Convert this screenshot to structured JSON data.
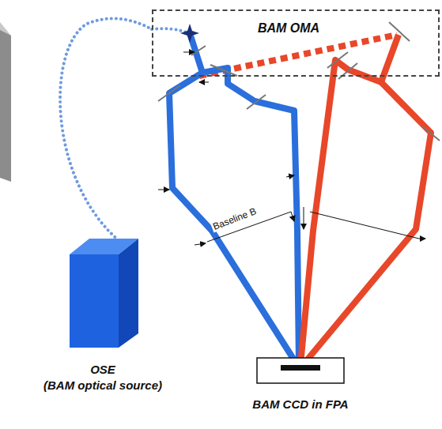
{
  "diagram": {
    "nodes": [
      {
        "text": [
          "BAM OMA"
        ]
      },
      {
        "text": [
          "OSE",
          "(BAM optical source)"
        ]
      },
      {
        "text": [
          "BAM CCD in FPA"
        ]
      }
    ],
    "edges": [
      {
        "from": 1,
        "to": 0,
        "arrow": "none"
      }
    ],
    "labels": [
      "Baseline B"
    ]
  }
}
